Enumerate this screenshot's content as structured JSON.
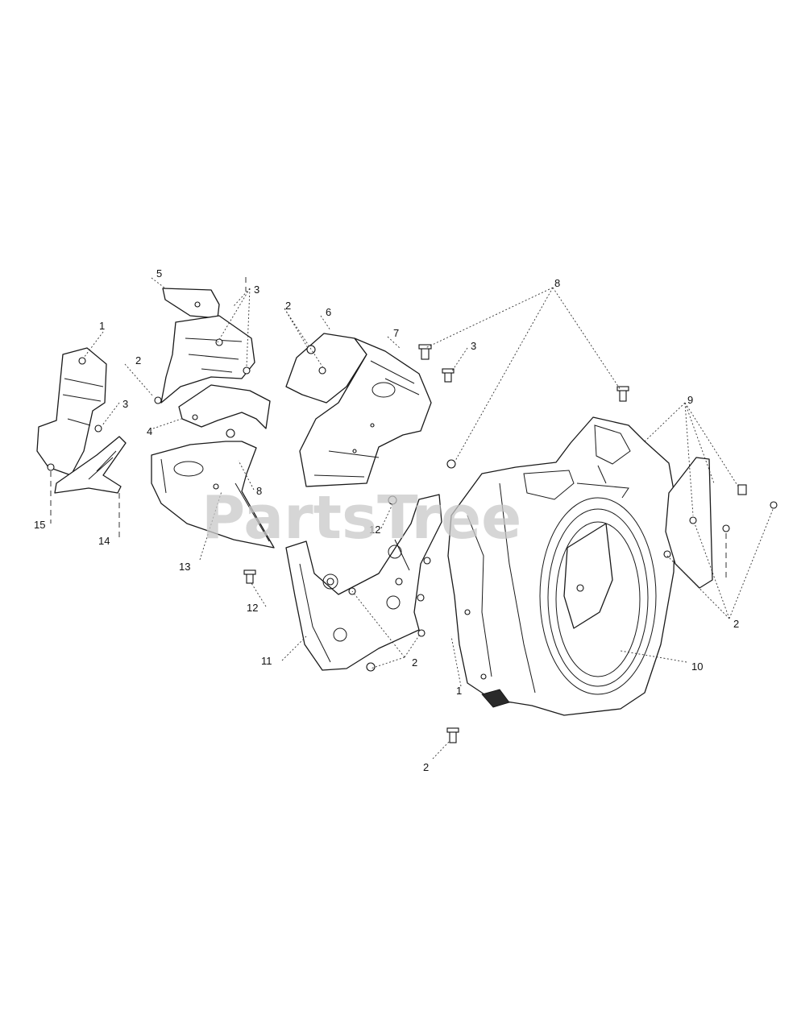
{
  "watermark": "PartsTree",
  "callouts": [
    "1",
    "2",
    "3",
    "4",
    "5",
    "6",
    "7",
    "8",
    "9",
    "10",
    "11",
    "12",
    "13",
    "14",
    "15"
  ]
}
